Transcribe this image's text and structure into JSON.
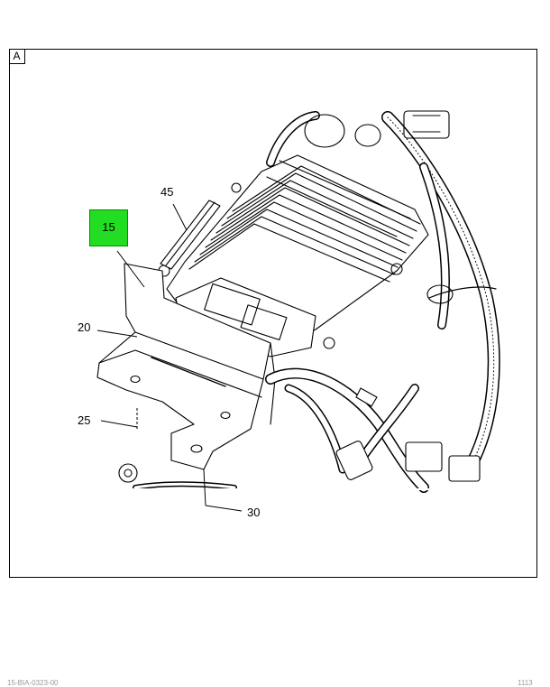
{
  "view_label": "A",
  "callouts": {
    "c15": "15",
    "c20": "20",
    "c25": "25",
    "c30": "30",
    "c45": "45"
  },
  "highlight_color": "#22dd22",
  "footer": {
    "left": "15-BIA-0323-00",
    "right": "1113"
  }
}
